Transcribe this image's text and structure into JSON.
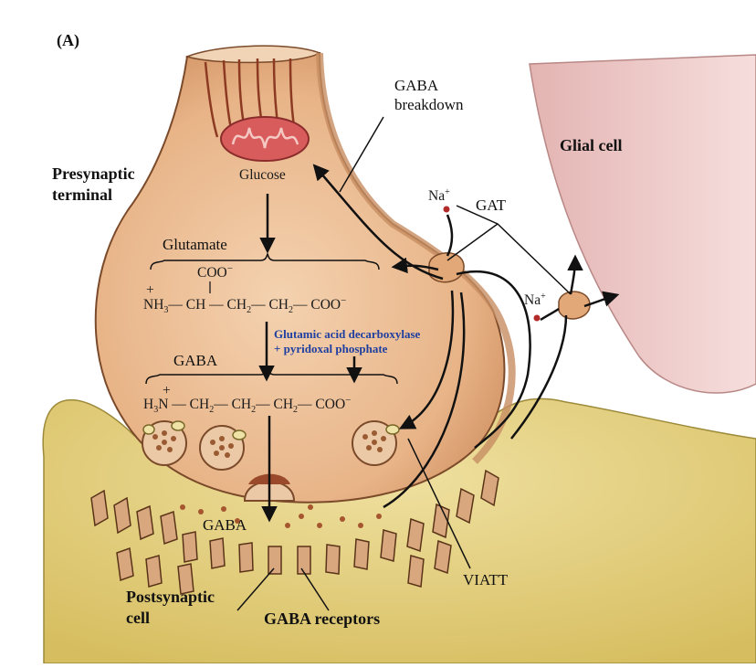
{
  "panel_label": "(A)",
  "labels": {
    "presynaptic": [
      "Presynaptic",
      "terminal"
    ],
    "postsynaptic": [
      "Postsynaptic",
      "cell"
    ],
    "glial": "Glial cell",
    "gaba_breakdown": [
      "GABA",
      "breakdown"
    ],
    "glucose": "Glucose",
    "glutamate": "Glutamate",
    "gaba_molecule": "GABA",
    "gaba_cleft": "GABA",
    "gaba_receptors": "GABA receptors",
    "viatt": "VIATT",
    "gat": "GAT",
    "na1": "Na",
    "na2": "Na",
    "na_charge": "+"
  },
  "enzyme": [
    "Glutamic acid decarboxylase",
    "+ pyridoxal phosphate"
  ],
  "chem": {
    "glu_top": "COO",
    "glu_top_charge": "−",
    "glu_plus": "+",
    "glu_nh": "NH",
    "glu_nh_sub": "3",
    "glu_ch": "— CH — CH",
    "glu_ch2_sub1": "2",
    "glu_ch_mid": "— CH",
    "glu_ch2_sub2": "2",
    "glu_coo": "— COO",
    "glu_coo_charge": "−",
    "gaba_plus": "+",
    "gaba_h": "H",
    "gaba_h_sub": "3",
    "gaba_n": "N — CH",
    "gaba_sub1": "2",
    "gaba_mid1": "— CH",
    "gaba_sub2": "2",
    "gaba_mid2": "— CH",
    "gaba_sub3": "2",
    "gaba_coo": "— COO",
    "gaba_coo_charge": "−"
  },
  "colors": {
    "terminal_fill": "#eab98f",
    "terminal_stroke": "#7a4a2a",
    "post_fill": "#e3cf7a",
    "glial_fill": "#f0cfcd",
    "receptor": "#d9a77e",
    "enzyme_text": "#1f3fa0"
  }
}
